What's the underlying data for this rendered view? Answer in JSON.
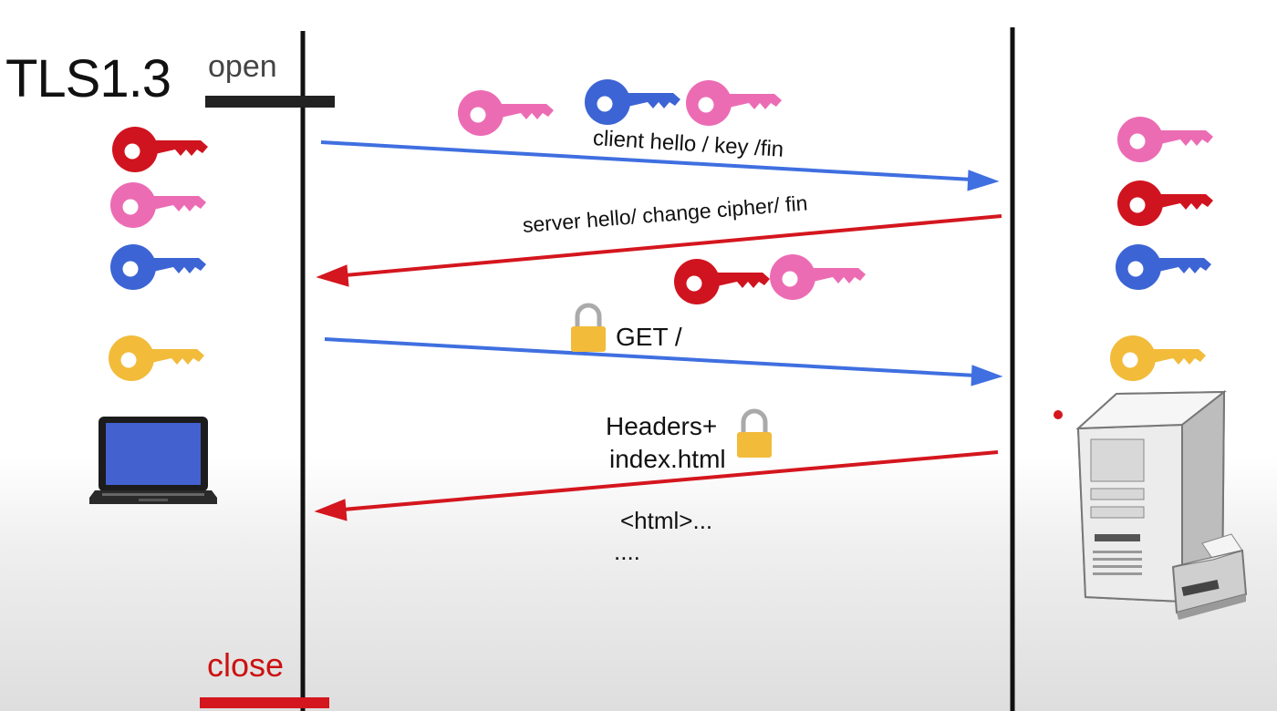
{
  "diagram": {
    "title": "TLS1.3",
    "open_label": "open",
    "close_label": "close",
    "messages": {
      "client_hello": "client hello / key /fin",
      "server_hello": "server hello/ change cipher/ fin",
      "get": "GET /",
      "response_line1": "Headers+",
      "response_line2": "index.html",
      "body_line1": "<html>...",
      "body_line2": "...."
    },
    "colors": {
      "red_key": "#d0141f",
      "pink_key": "#ec6cb4",
      "blue_key": "#3c64d4",
      "yellow_key": "#f2bb3a",
      "request_arrow": "#3f6fe0",
      "response_arrow": "#d4161e",
      "close_bar": "#d4161e",
      "lifeline": "#111111"
    },
    "icons": {
      "client": "laptop-icon",
      "server": "server-tower-icon",
      "printer": "printer-icon",
      "lock": "padlock-icon",
      "key": "key-icon"
    }
  }
}
